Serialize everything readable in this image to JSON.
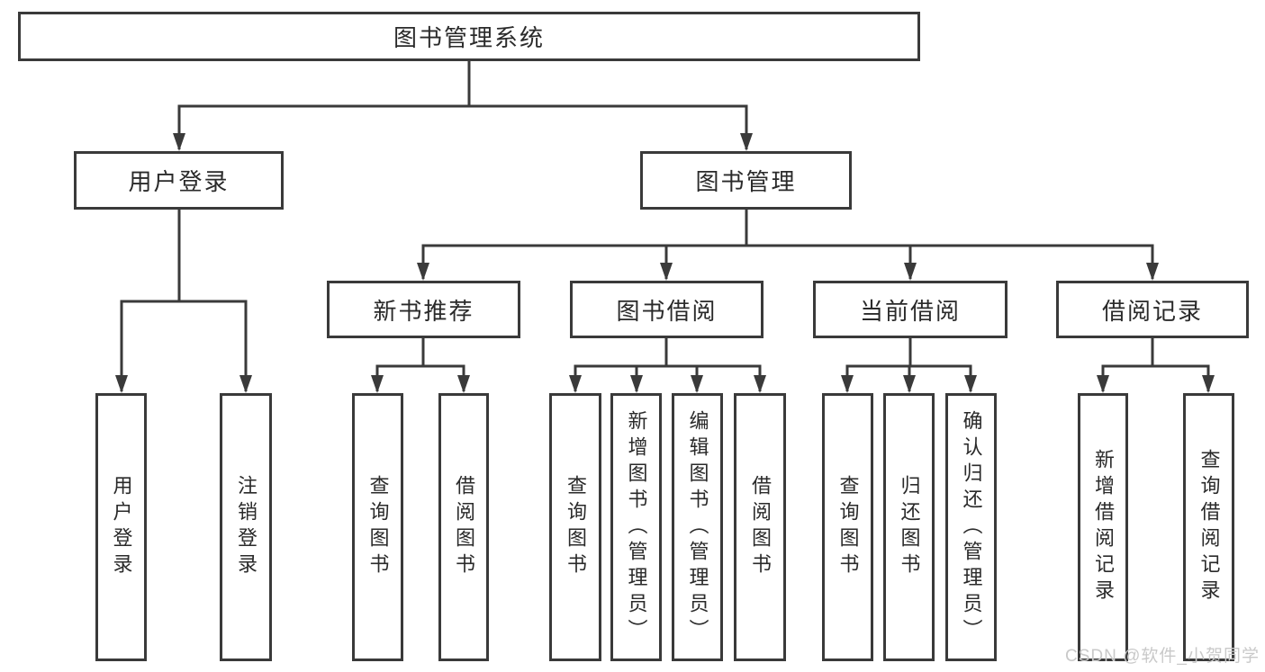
{
  "title": "图书管理系统",
  "watermark": "CSDN @软件_小贺同学",
  "colors": {
    "line": "#3a3a3a",
    "box_border": "#3a3a3a",
    "box_background": "#ffffff",
    "text": "#2a2a2a",
    "watermark": "#c9c9c9",
    "background": "#ffffff"
  },
  "tree": {
    "root": {
      "label": "图书管理系统"
    },
    "level2": [
      {
        "label": "用户登录",
        "children": [
          {
            "label": "用户登录"
          },
          {
            "label": "注销登录"
          }
        ]
      },
      {
        "label": "图书管理",
        "children": [
          {
            "label": "新书推荐",
            "children": [
              {
                "label": "查询图书"
              },
              {
                "label": "借阅图书"
              }
            ]
          },
          {
            "label": "图书借阅",
            "children": [
              {
                "label": "查询图书"
              },
              {
                "label": "新增图书（管理员）"
              },
              {
                "label": "编辑图书（管理员）"
              },
              {
                "label": "借阅图书"
              }
            ]
          },
          {
            "label": "当前借阅",
            "children": [
              {
                "label": "查询图书"
              },
              {
                "label": "归还图书"
              },
              {
                "label": "确认归还（管理员）"
              }
            ]
          },
          {
            "label": "借阅记录",
            "children": [
              {
                "label": "新增借阅记录"
              },
              {
                "label": "查询借阅记录"
              }
            ]
          }
        ]
      }
    ]
  }
}
